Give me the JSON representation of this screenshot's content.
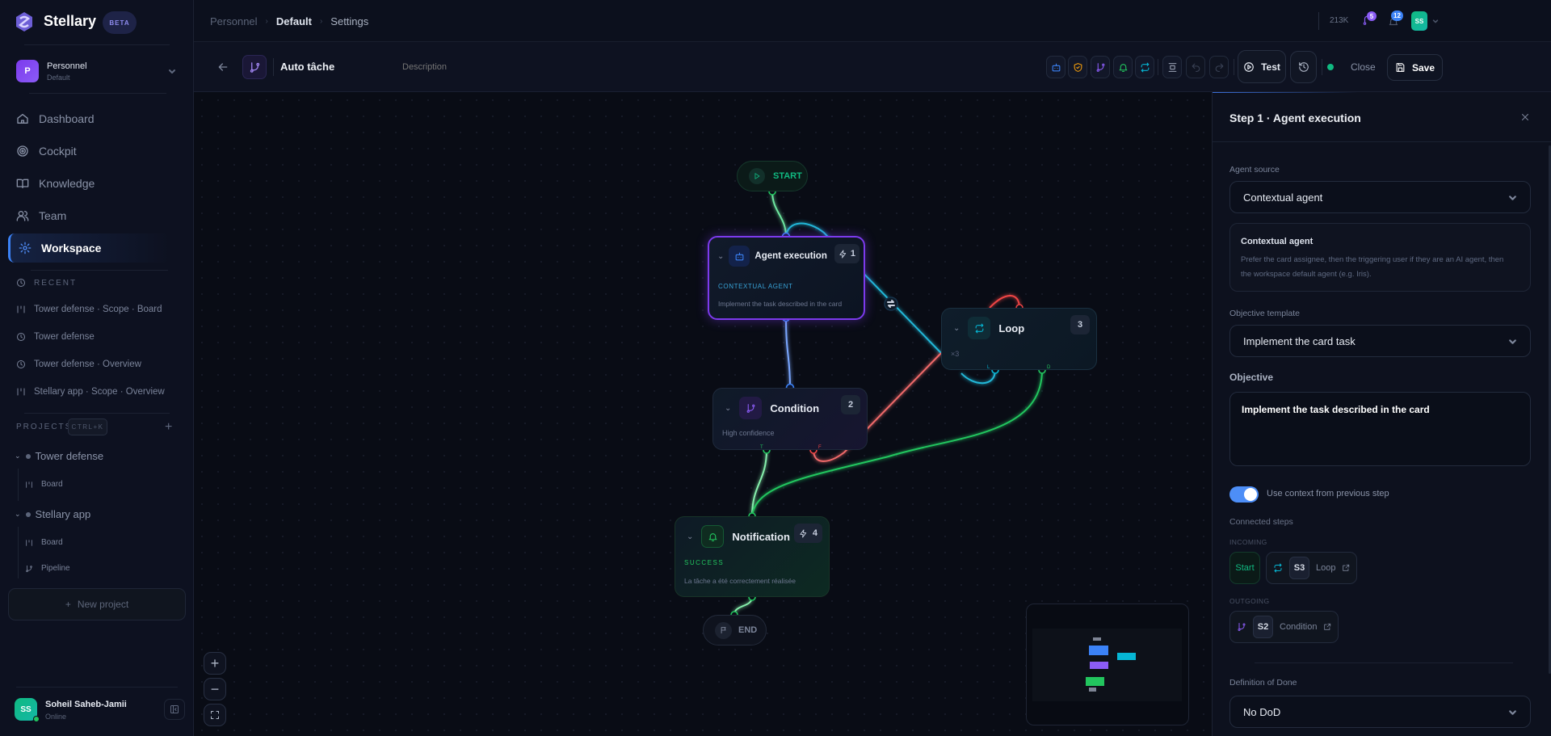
{
  "app": {
    "name": "Stellary",
    "badge": "BETA"
  },
  "workspace_selector": {
    "initial": "P",
    "name": "Personnel",
    "sub": "Default"
  },
  "nav": [
    {
      "label": "Dashboard",
      "icon": "home-icon"
    },
    {
      "label": "Cockpit",
      "icon": "target-icon"
    },
    {
      "label": "Knowledge",
      "icon": "book-icon"
    },
    {
      "label": "Team",
      "icon": "users-icon"
    },
    {
      "label": "Workspace",
      "icon": "gear-icon",
      "active": true
    }
  ],
  "recent": {
    "title": "RECENT",
    "items": [
      {
        "label": "Tower defense · Scope · Board",
        "icon": "board-icon"
      },
      {
        "label": "Tower defense",
        "icon": "clock-icon"
      },
      {
        "label": "Tower defense · Overview",
        "icon": "clock-icon"
      },
      {
        "label": "Stellary app · Scope · Overview",
        "icon": "board-icon"
      }
    ]
  },
  "projects": {
    "title": "PROJECTS",
    "shortcut": "CTRL+K",
    "items": [
      {
        "name": "Tower defense",
        "children": [
          {
            "label": "Board"
          }
        ]
      },
      {
        "name": "Stellary app",
        "children": [
          {
            "label": "Board"
          },
          {
            "label": "Pipeline"
          }
        ]
      }
    ],
    "new_label": "New project"
  },
  "user": {
    "initials": "SS",
    "name": "Soheil Saheb-Jamii",
    "status": "Online"
  },
  "breadcrumb": [
    "Personnel",
    "Default",
    "Settings"
  ],
  "topbar": {
    "tokens": "213K",
    "git_count": "5",
    "notif_count": "12",
    "avatar": "SS"
  },
  "workflow": {
    "title": "Auto tâche",
    "description_placeholder": "Description"
  },
  "toolbar": {
    "test": "Test",
    "close": "Close",
    "save": "Save",
    "status_color": "#10b981"
  },
  "nodes": {
    "start": "START",
    "end": "END",
    "agent": {
      "title": "Agent execution",
      "badge": "1",
      "tag": "CONTEXTUAL AGENT",
      "desc": "Implement the task described in the card"
    },
    "condition": {
      "title": "Condition",
      "badge": "2",
      "desc": "High confidence",
      "ports": [
        "T",
        "F"
      ]
    },
    "loop": {
      "title": "Loop",
      "badge": "3",
      "desc": "×3",
      "ports": [
        "L",
        "D"
      ]
    },
    "notification": {
      "title": "Notification",
      "badge": "4",
      "tag": "SUCCESS",
      "desc": "La tâche a été correctement réalisée"
    }
  },
  "panel": {
    "title": "Step 1 · Agent execution",
    "agent_source_label": "Agent source",
    "agent_source": "Contextual agent",
    "info_title": "Contextual agent",
    "info_text": "Prefer the card assignee, then the triggering user if they are an AI agent, then the workspace default agent (e.g. Iris).",
    "template_label": "Objective template",
    "template": "Implement the card task",
    "objective_label": "Objective",
    "objective": "Implement the task described in the card",
    "toggle_label": "Use context from previous step",
    "toggle_on": true,
    "connected_label": "Connected steps",
    "incoming_label": "INCOMING",
    "outgoing_label": "OUTGOING",
    "incoming": [
      {
        "label": "Start"
      },
      {
        "step": "S3",
        "label": "Loop"
      }
    ],
    "outgoing": [
      {
        "step": "S2",
        "label": "Condition"
      }
    ],
    "dod_label": "Definition of Done",
    "dod": "No DoD"
  },
  "colors": {
    "agent": "#3b82f6",
    "condition": "#8b5cf6",
    "loop": "#06b6d4",
    "notification": "#22c55e",
    "start": "#10b981",
    "fail": "#ef4444"
  }
}
